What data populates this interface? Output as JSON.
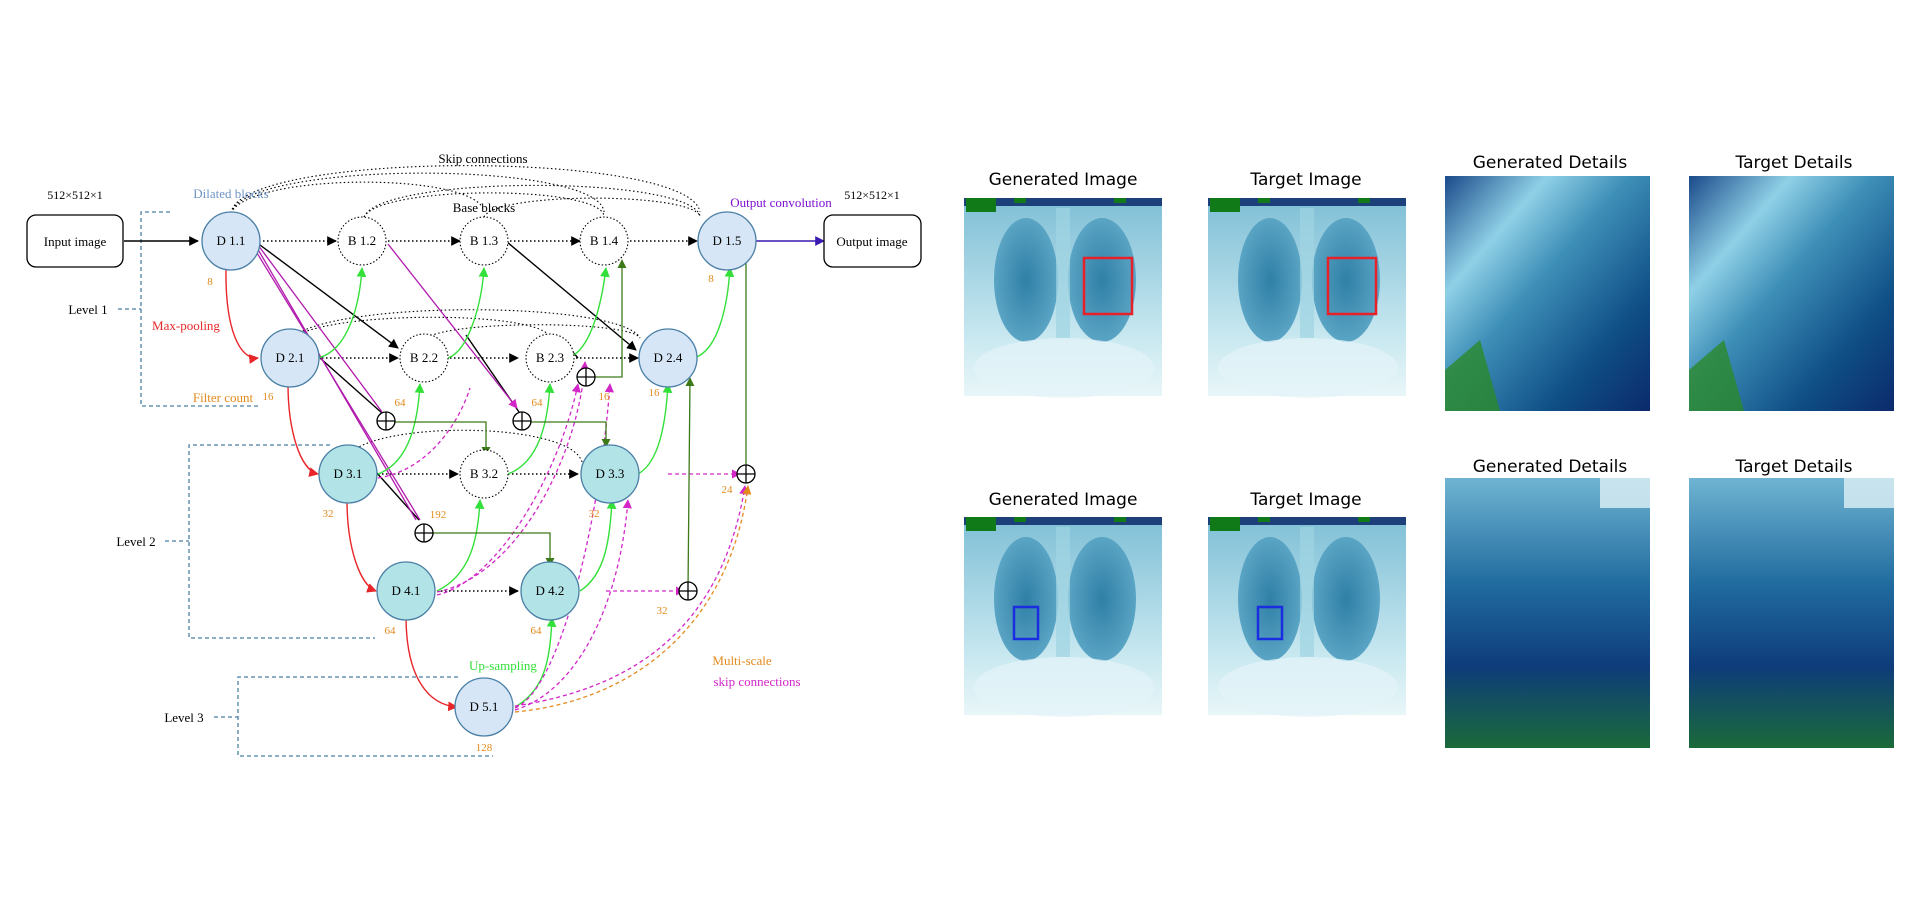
{
  "diagram": {
    "skip_connections_label": "Skip connections",
    "dilated_blocks_label": "Dilated blocks",
    "base_blocks_label": "Base blocks",
    "output_convolution_label": "Output convolution",
    "input_size": "512×512×1",
    "output_size": "512×512×1",
    "input_image_label": "Input image",
    "output_image_label": "Output image",
    "level1_label": "Level 1",
    "level2_label": "Level 2",
    "level3_label": "Level 3",
    "max_pooling_label": "Max-pooling",
    "filter_count_label": "Filter count",
    "up_sampling_label": "Up-sampling",
    "multi_scale_label": "Multi-scale",
    "skip_connections_label2": "skip connections",
    "nodes": {
      "d11": "D 1.1",
      "b12": "B 1.2",
      "b13": "B 1.3",
      "b14": "B 1.4",
      "d15": "D 1.5",
      "d21": "D 2.1",
      "b22": "B 2.2",
      "b23": "B 2.3",
      "d24": "D 2.4",
      "d31": "D 3.1",
      "b32": "B 3.2",
      "d33": "D 3.3",
      "d41": "D 4.1",
      "d42": "D 4.2",
      "d51": "D 5.1"
    },
    "counts": {
      "d11": "8",
      "d15": "8",
      "d21": "16",
      "d24": "16",
      "sum_b23": "16",
      "sum_d22": "64",
      "sum_b23b": "64",
      "d31": "32",
      "sum_b32": "192",
      "d33": "32",
      "sum_out2": "24",
      "d41": "64",
      "d42": "64",
      "sum_d42": "32",
      "d51": "128"
    },
    "colors": {
      "dilated_light": "#d6e6f7",
      "dilated_teal": "#b2e3e6",
      "maxpool": "#e8262a",
      "upsample": "#33e03a",
      "skip_magenta": "#d226c8",
      "filter_orange": "#e38a1c",
      "purple": "#7a0fd0",
      "dark_green": "#3c7a18"
    }
  },
  "panels": {
    "row1_generated_title": "Generated Image",
    "row1_target_title": "Target Image",
    "row1_gen_details_title": "Generated Details",
    "row1_tgt_details_title": "Target Details",
    "row2_generated_title": "Generated Image",
    "row2_target_title": "Target Image",
    "row2_gen_details_title": "Generated Details",
    "row2_tgt_details_title": "Target Details",
    "row1_box_color": "#e8202a",
    "row2_box_color": "#1a2ee0"
  }
}
